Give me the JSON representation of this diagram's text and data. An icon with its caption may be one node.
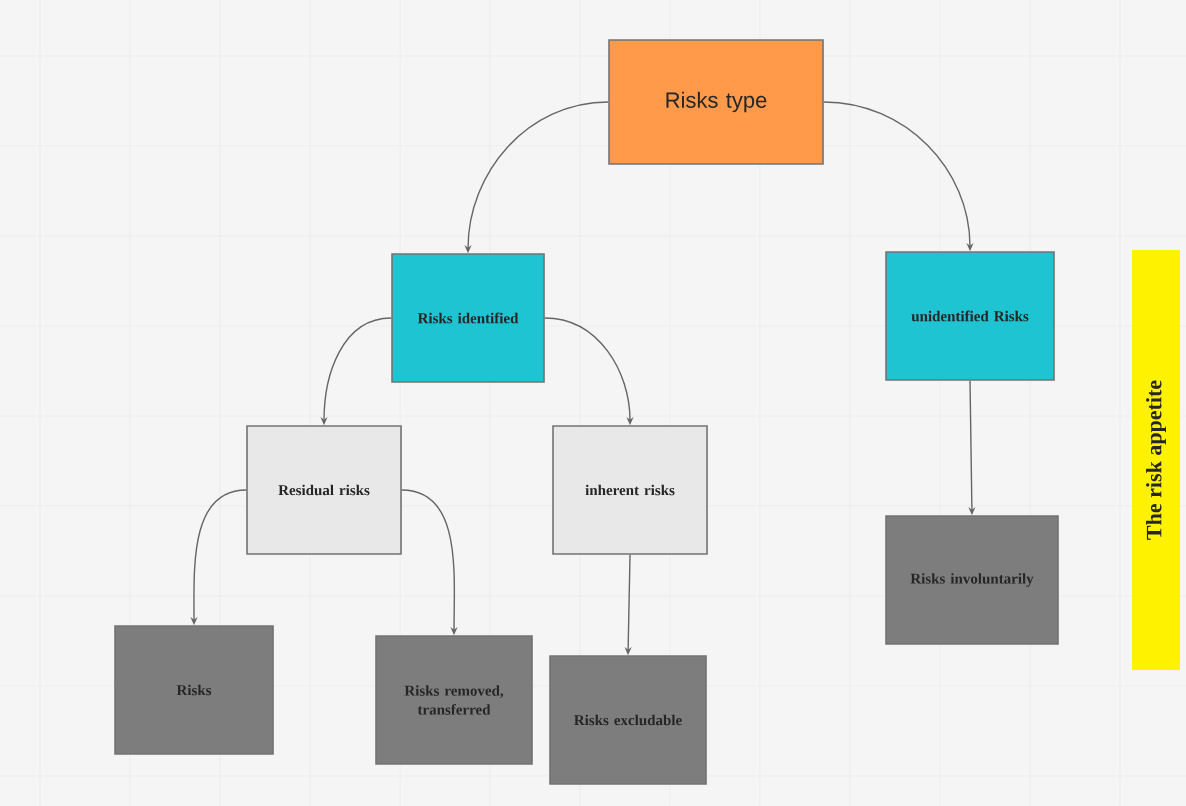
{
  "diagram": {
    "nodes": [
      {
        "text": [
          "Risks type"
        ]
      },
      {
        "text": [
          "Risks identified"
        ]
      },
      {
        "text": [
          "unidentified Risks"
        ]
      },
      {
        "text": [
          "Residual risks"
        ]
      },
      {
        "text": [
          "inherent risks"
        ]
      },
      {
        "text": [
          "Risks"
        ]
      },
      {
        "text": [
          "Risks removed, transferred"
        ]
      },
      {
        "text": [
          "Risks excludable"
        ]
      },
      {
        "text": [
          "Risks involuntarily"
        ]
      },
      {
        "text": [
          "The risk appetite"
        ]
      }
    ],
    "edges": [
      {
        "from": 0,
        "to": 1,
        "arrow": "to"
      },
      {
        "from": 0,
        "to": 2,
        "arrow": "to"
      },
      {
        "from": 1,
        "to": 3,
        "arrow": "to"
      },
      {
        "from": 1,
        "to": 4,
        "arrow": "to"
      },
      {
        "from": 3,
        "to": 5,
        "arrow": "to"
      },
      {
        "from": 3,
        "to": 6,
        "arrow": "to"
      },
      {
        "from": 4,
        "to": 7,
        "arrow": "to"
      },
      {
        "from": 2,
        "to": 8,
        "arrow": "to"
      }
    ]
  }
}
